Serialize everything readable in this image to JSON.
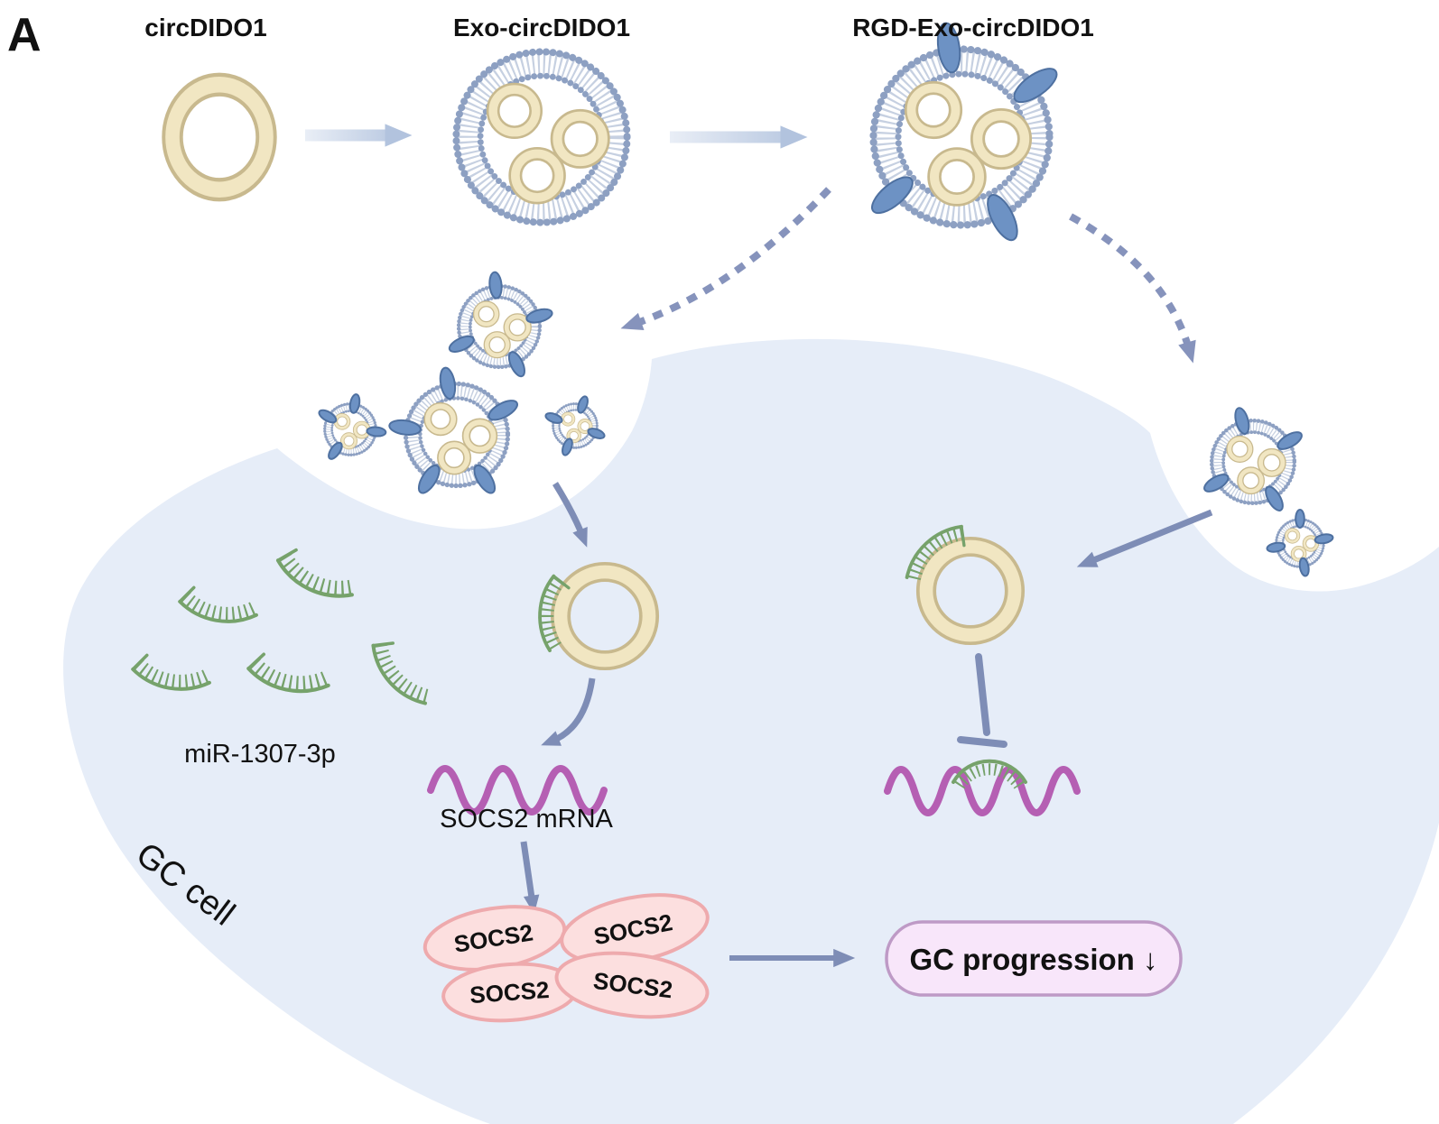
{
  "figure": {
    "panel_label": "A",
    "labels": {
      "circdido1": "circDIDO1",
      "exo_circdido1": "Exo-circDIDO1",
      "rgd_exo_circdido1": "RGD-Exo-circDIDO1",
      "mirna": "miR-1307-3p",
      "mrna": "SOCS2 mRNA",
      "protein": "SOCS2",
      "cell": "GC cell",
      "outcome": "GC progression ↓"
    },
    "counts": {
      "socs2_protein_copies": 4,
      "free_mirna_strands": 5,
      "uptake_vesicles": 6
    },
    "colors": {
      "cell_fill": "#e6edf8",
      "arrow": "#7e8db6",
      "dashed_arrow": "#8693bc",
      "light_arrow_start": "#e9eef6",
      "light_arrow_end": "#b2c3de",
      "membrane_beads": "#8da0c2",
      "membrane_spokes": "#c6d0e1",
      "rgd_fill": "#6d92c4",
      "rgd_border": "#4e70a0",
      "circrna_fill": "#f1e6c2",
      "circrna_border": "#c8b98e",
      "mirna_green": "#76a26b",
      "mrna_purple": "#b55fb3",
      "protein_fill": "#fcdfdf",
      "protein_border": "#eeaaad",
      "outcome_fill": "#f8e6fa",
      "outcome_border": "#be9ac6",
      "text": "#111111"
    }
  }
}
